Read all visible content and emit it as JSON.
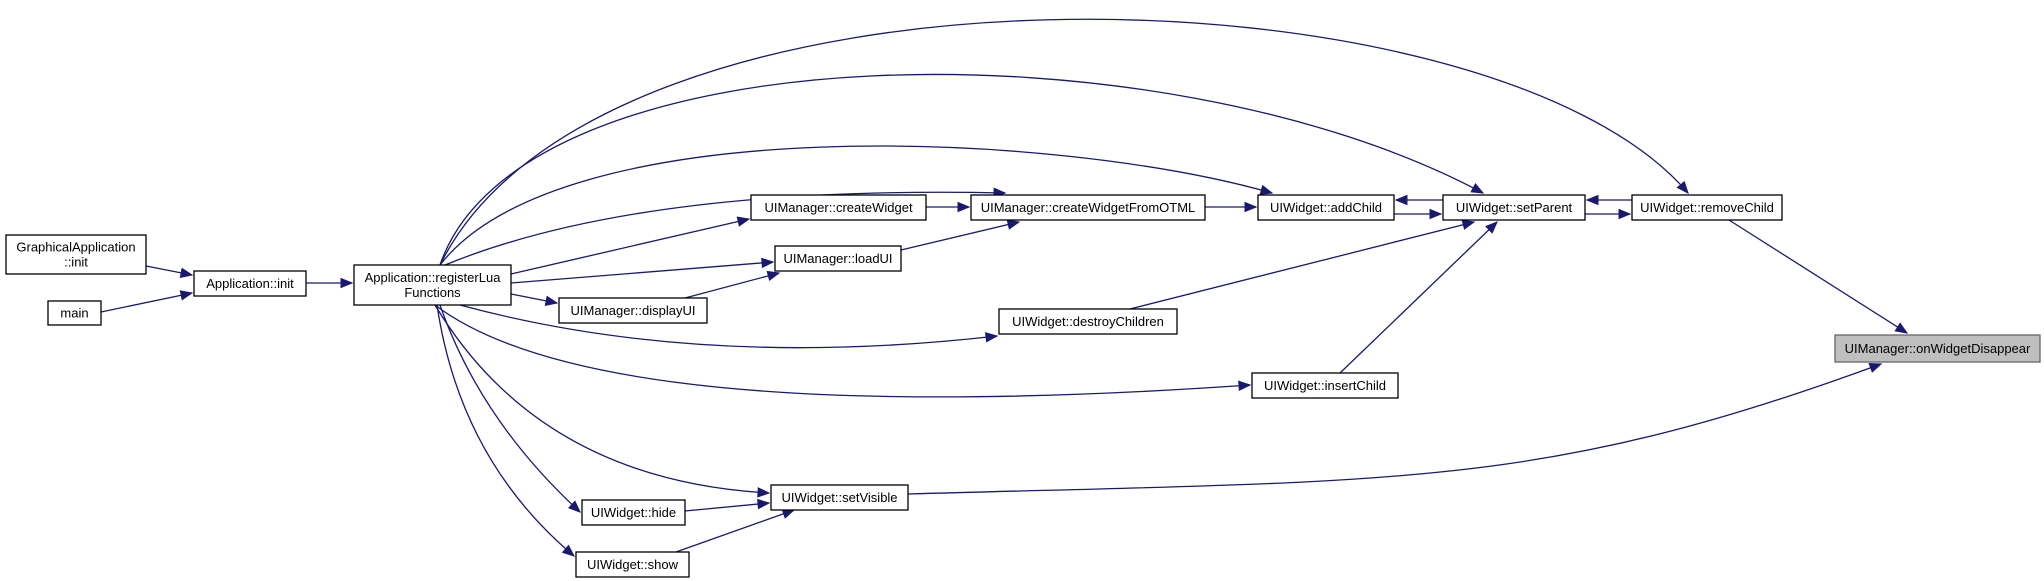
{
  "diagram": {
    "colors": {
      "edge": "#191970",
      "node_border": "#000000",
      "target_fill": "#bfbfbf"
    },
    "nodes": [
      {
        "id": "graphical_app_init",
        "lines": [
          "GraphicalApplication",
          "::init"
        ]
      },
      {
        "id": "main",
        "lines": [
          "main"
        ]
      },
      {
        "id": "application_init",
        "lines": [
          "Application::init"
        ]
      },
      {
        "id": "register_lua",
        "lines": [
          "Application::registerLua",
          "Functions"
        ]
      },
      {
        "id": "create_widget",
        "lines": [
          "UIManager::createWidget"
        ]
      },
      {
        "id": "load_ui",
        "lines": [
          "UIManager::loadUI"
        ]
      },
      {
        "id": "display_ui",
        "lines": [
          "UIManager::displayUI"
        ]
      },
      {
        "id": "create_widget_otml",
        "lines": [
          "UIManager::createWidgetFromOTML"
        ]
      },
      {
        "id": "destroy_children",
        "lines": [
          "UIWidget::destroyChildren"
        ]
      },
      {
        "id": "add_child",
        "lines": [
          "UIWidget::addChild"
        ]
      },
      {
        "id": "insert_child",
        "lines": [
          "UIWidget::insertChild"
        ]
      },
      {
        "id": "set_parent",
        "lines": [
          "UIWidget::setParent"
        ]
      },
      {
        "id": "remove_child",
        "lines": [
          "UIWidget::removeChild"
        ]
      },
      {
        "id": "hide",
        "lines": [
          "UIWidget::hide"
        ]
      },
      {
        "id": "show",
        "lines": [
          "UIWidget::show"
        ]
      },
      {
        "id": "set_visible",
        "lines": [
          "UIWidget::setVisible"
        ]
      },
      {
        "id": "on_widget_disappear",
        "lines": [
          "UIManager::onWidgetDisappear"
        ],
        "highlighted": true
      }
    ],
    "edges": [
      {
        "from": "main",
        "to": "application_init"
      },
      {
        "from": "graphical_app_init",
        "to": "application_init"
      },
      {
        "from": "application_init",
        "to": "register_lua"
      },
      {
        "from": "register_lua",
        "to": "create_widget"
      },
      {
        "from": "register_lua",
        "to": "load_ui"
      },
      {
        "from": "register_lua",
        "to": "display_ui"
      },
      {
        "from": "display_ui",
        "to": "load_ui"
      },
      {
        "from": "create_widget",
        "to": "create_widget_otml"
      },
      {
        "from": "load_ui",
        "to": "create_widget_otml"
      },
      {
        "from": "register_lua",
        "to": "create_widget_otml"
      },
      {
        "from": "create_widget_otml",
        "to": "add_child"
      },
      {
        "from": "register_lua",
        "to": "add_child"
      },
      {
        "from": "add_child",
        "to": "set_parent"
      },
      {
        "from": "set_parent",
        "to": "add_child"
      },
      {
        "from": "register_lua",
        "to": "set_parent"
      },
      {
        "from": "destroy_children",
        "to": "set_parent"
      },
      {
        "from": "register_lua",
        "to": "destroy_children"
      },
      {
        "from": "insert_child",
        "to": "set_parent"
      },
      {
        "from": "register_lua",
        "to": "insert_child"
      },
      {
        "from": "set_parent",
        "to": "remove_child"
      },
      {
        "from": "remove_child",
        "to": "set_parent"
      },
      {
        "from": "register_lua",
        "to": "remove_child"
      },
      {
        "from": "remove_child",
        "to": "on_widget_disappear"
      },
      {
        "from": "set_visible",
        "to": "on_widget_disappear"
      },
      {
        "from": "register_lua",
        "to": "set_visible"
      },
      {
        "from": "hide",
        "to": "set_visible"
      },
      {
        "from": "show",
        "to": "set_visible"
      },
      {
        "from": "register_lua",
        "to": "hide"
      },
      {
        "from": "register_lua",
        "to": "show"
      }
    ]
  }
}
